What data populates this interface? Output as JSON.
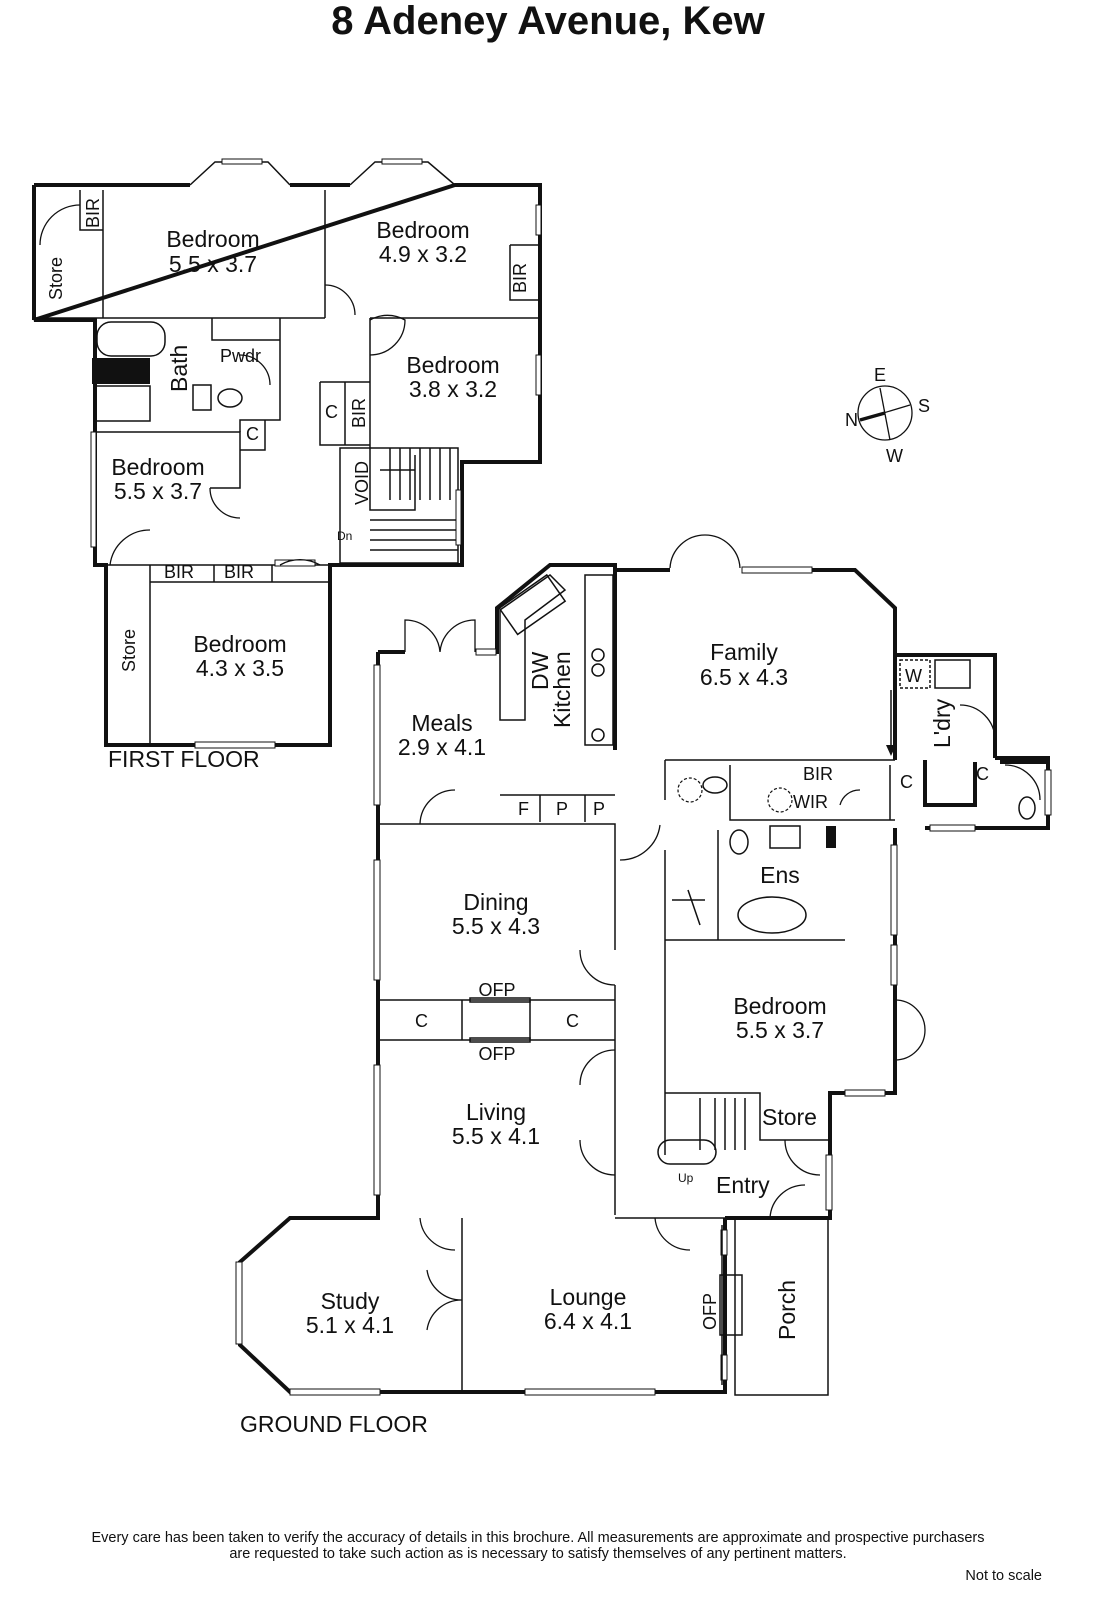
{
  "title": "8 Adeney Avenue, Kew",
  "floors": {
    "first": "FIRST FLOOR",
    "ground": "GROUND FLOOR"
  },
  "rooms": {
    "bed1_name": "Bedroom",
    "bed1_dim": "5.5 x 3.7",
    "bed2_name": "Bedroom",
    "bed2_dim": "4.9 x 3.2",
    "bed3_name": "Bedroom",
    "bed3_dim": "3.8 x 3.2",
    "bed4_name": "Bedroom",
    "bed4_dim": "5.5 x 3.7",
    "bed5_name": "Bedroom",
    "bed5_dim": "4.3 x 3.5",
    "family_name": "Family",
    "family_dim": "6.5 x 4.3",
    "meals_name": "Meals",
    "meals_dim": "2.9 x 4.1",
    "dining_name": "Dining",
    "dining_dim": "5.5 x 4.3",
    "living_name": "Living",
    "living_dim": "5.5 x 4.1",
    "bedg_name": "Bedroom",
    "bedg_dim": "5.5 x 3.7",
    "study_name": "Study",
    "study_dim": "5.1 x 4.1",
    "lounge_name": "Lounge",
    "lounge_dim": "6.4 x 4.1"
  },
  "labels": {
    "store": "Store",
    "bir": "BIR",
    "bath": "Bath",
    "pwdr": "Pwdr",
    "c": "C",
    "void": "VOID",
    "dn": "Dn",
    "up": "Up",
    "dw": "DW",
    "kitchen": "Kitchen",
    "ldry": "L'dry",
    "w": "W",
    "wir": "WIR",
    "ens": "Ens",
    "f": "F",
    "p": "P",
    "ofp": "OFP",
    "entry": "Entry",
    "porch": "Porch"
  },
  "compass": {
    "n": "N",
    "e": "E",
    "s": "S",
    "w": "W"
  },
  "footer": {
    "line1": "Every care has been taken to verify the accuracy of details in this brochure.  All measurements are approximate and prospective purchasers",
    "line2": "are requested to take such action as is necessary to satisfy themselves of any pertinent matters.",
    "scale": "Not to scale"
  }
}
